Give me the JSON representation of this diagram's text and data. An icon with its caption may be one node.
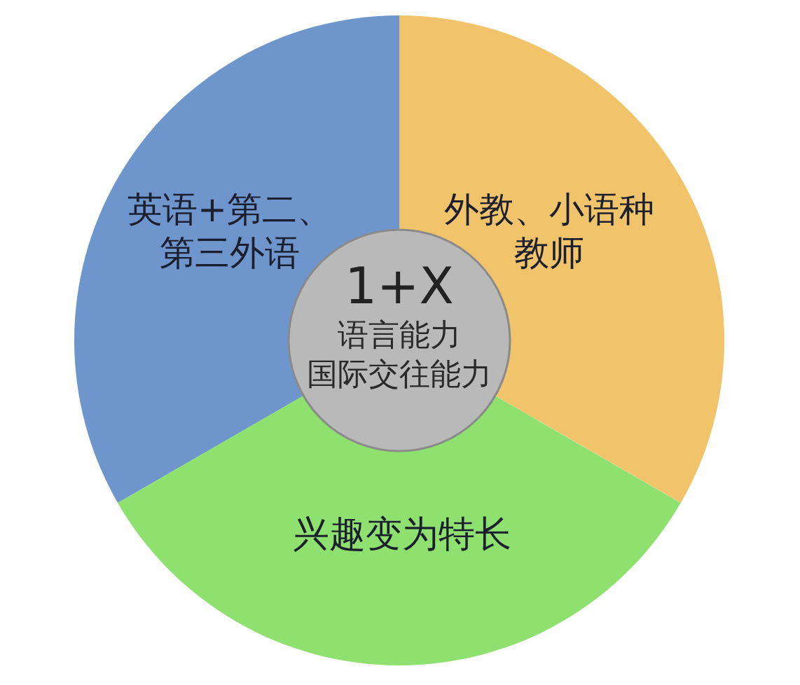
{
  "diagram": {
    "nodes": [
      {
        "text": [
          "英语+第二、第三外语"
        ]
      },
      {
        "text": [
          "外教、小语种教师"
        ]
      },
      {
        "text": [
          "1+X",
          "语言能力",
          "国际交往能力"
        ]
      },
      {
        "text": [
          "兴趣变为特长"
        ]
      }
    ]
  }
}
